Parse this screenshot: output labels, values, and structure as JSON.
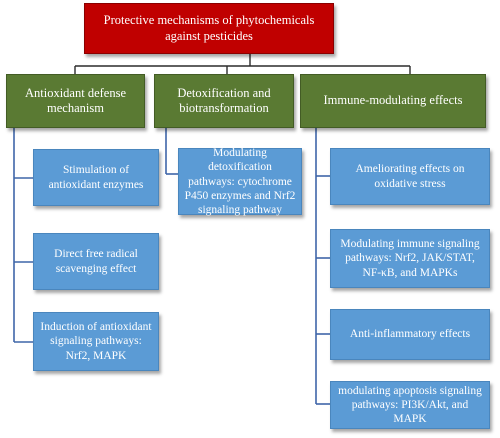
{
  "root": {
    "label": "Protective mechanisms of phytochemicals against pesticides"
  },
  "categories": [
    {
      "label": "Antioxidant defense mechanism",
      "items": [
        "Stimulation of antioxidant enzymes",
        "Direct free radical scavenging effect",
        "Induction of antioxidant signaling pathways: Nrf2, MAPK"
      ]
    },
    {
      "label": "Detoxification and biotransformation",
      "items": [
        "Modulating detoxification pathways: cytochrome P450 enzymes and Nrf2 signaling pathway"
      ]
    },
    {
      "label": "Immune-modulating effects",
      "items": [
        "Ameliorating effects on oxidative stress",
        "Modulating immune signaling pathways: Nrf2, JAK/STAT, NF-κB, and MAPKs",
        "Anti-inflammatory effects",
        "modulating apoptosis signaling pathways: PI3K/Akt, and MAPK"
      ]
    }
  ],
  "colors": {
    "root": "#c00000",
    "category": "#5a7a33",
    "item": "#5b9bd5",
    "connector": "#3f66a8"
  }
}
